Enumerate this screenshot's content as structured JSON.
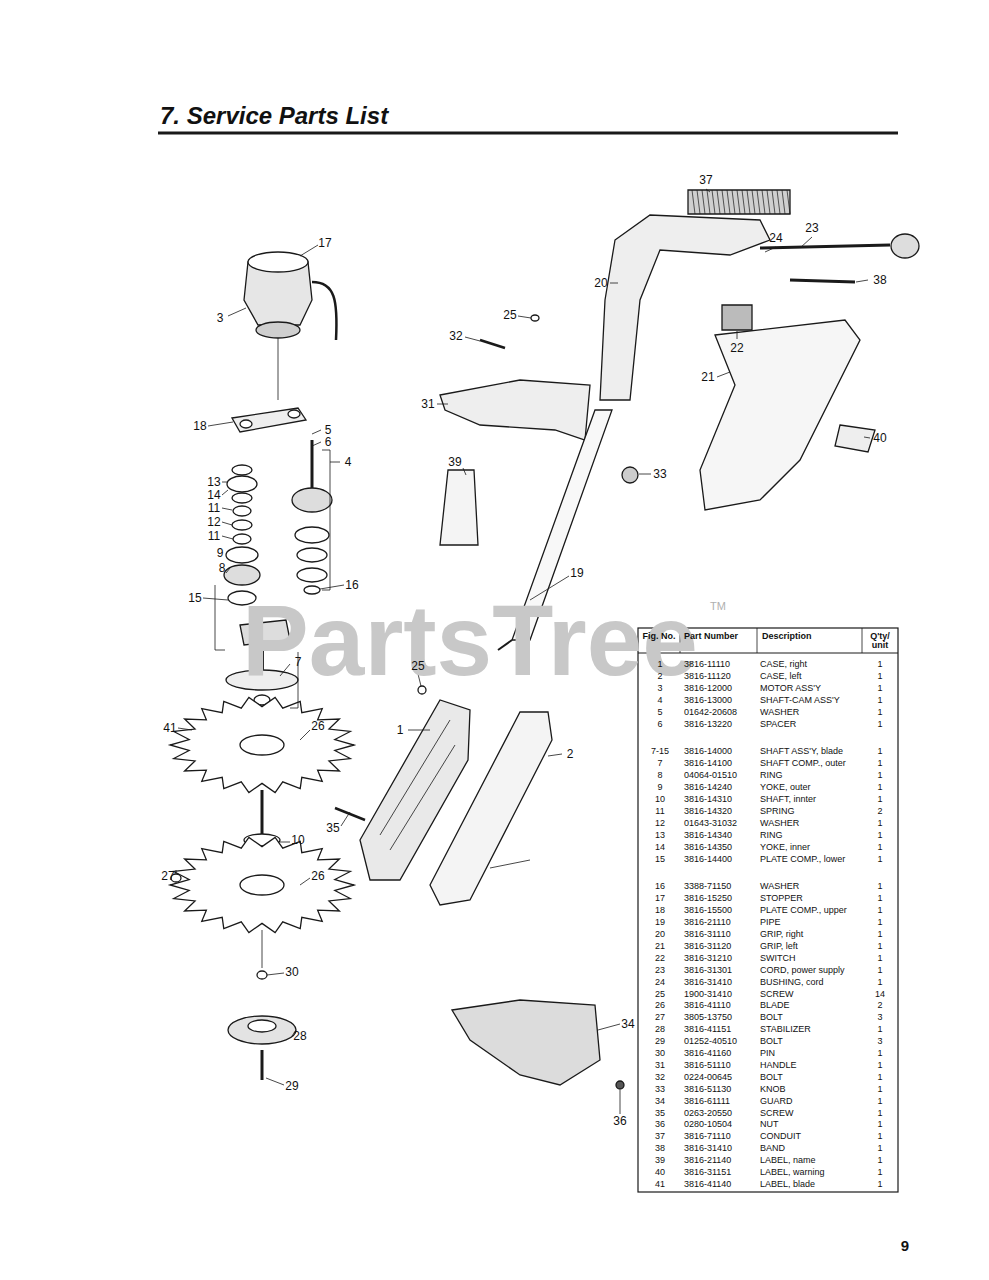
{
  "diagram": {
    "title": "7. Service Parts List",
    "labels": [
      "37",
      "23",
      "24",
      "38",
      "20",
      "25",
      "32",
      "22",
      "21",
      "31",
      "40",
      "39",
      "33",
      "19",
      "17",
      "3",
      "18",
      "5",
      "6",
      "4",
      "13",
      "14",
      "11",
      "12",
      "11",
      "9",
      "8",
      "15",
      "16",
      "7",
      "25",
      "41",
      "26",
      "1",
      "2",
      "35",
      "10",
      "27",
      "26",
      "30",
      "34",
      "28",
      "36",
      "29",
      "Fig. No.",
      "Part Number",
      "Description",
      "Q'ty/ unit",
      "1",
      "3816-11110",
      "CASE, right",
      "1",
      "2",
      "3816-11120",
      "CASE, left",
      "1",
      "3",
      "3816-12000",
      "MOTOR ASS'Y",
      "1",
      "4",
      "3816-13000",
      "SHAFT-CAM ASS'Y",
      "1",
      "5",
      "01642-20608",
      "WASHER",
      "1",
      "6",
      "3816-13220",
      "SPACER",
      "1",
      "7-15",
      "3816-14000",
      "SHAFT ASS'Y, blade",
      "1",
      "7",
      "3816-14100",
      "SHAFT COMP., outer",
      "1",
      "8",
      "04064-01510",
      "RING",
      "1",
      "9",
      "3816-14240",
      "YOKE, outer",
      "1",
      "10",
      "3816-14310",
      "SHAFT, innter",
      "1",
      "11",
      "3816-14320",
      "SPRING",
      "2",
      "12",
      "01643-31032",
      "WASHER",
      "1",
      "13",
      "3816-14340",
      "RING",
      "1",
      "14",
      "3816-14350",
      "YOKE, inner",
      "1",
      "15",
      "3816-14400",
      "PLATE COMP., lower",
      "1",
      "16",
      "3388-71150",
      "WASHER",
      "1",
      "17",
      "3816-15250",
      "STOPPER",
      "1",
      "18",
      "3816-15500",
      "PLATE COMP., upper",
      "1",
      "19",
      "3816-21110",
      "PIPE",
      "1",
      "20",
      "3816-31110",
      "GRIP, right",
      "1",
      "21",
      "3816-31120",
      "GRIP, left",
      "1",
      "22",
      "3816-31210",
      "SWITCH",
      "1",
      "23",
      "3816-31301",
      "CORD, power supply",
      "1",
      "24",
      "3816-31410",
      "BUSHING, cord",
      "1",
      "25",
      "1900-31410",
      "SCREW",
      "14",
      "26",
      "3816-41110",
      "BLADE",
      "2",
      "27",
      "3805-13750",
      "BOLT",
      "3",
      "28",
      "3816-41151",
      "STABILIZER",
      "1",
      "29",
      "01252-40510",
      "BOLT",
      "3",
      "30",
      "3816-41160",
      "PIN",
      "1",
      "31",
      "3816-51110",
      "HANDLE",
      "1",
      "32",
      "0224-00645",
      "BOLT",
      "1",
      "33",
      "3816-51130",
      "KNOB",
      "1",
      "34",
      "3816-61111",
      "GUARD",
      "1",
      "35",
      "0263-20550",
      "SCREW",
      "1",
      "36",
      "0280-10504",
      "NUT",
      "1",
      "37",
      "3816-71110",
      "CONDUIT",
      "1",
      "38",
      "3816-31410",
      "BAND",
      "1",
      "39",
      "3816-21140",
      "LABEL, name",
      "1",
      "40",
      "3816-31151",
      "LABEL, warning",
      "1",
      "41",
      "3816-41140",
      "LABEL, blade",
      "1",
      "PartsTree",
      "TM",
      "9"
    ]
  }
}
